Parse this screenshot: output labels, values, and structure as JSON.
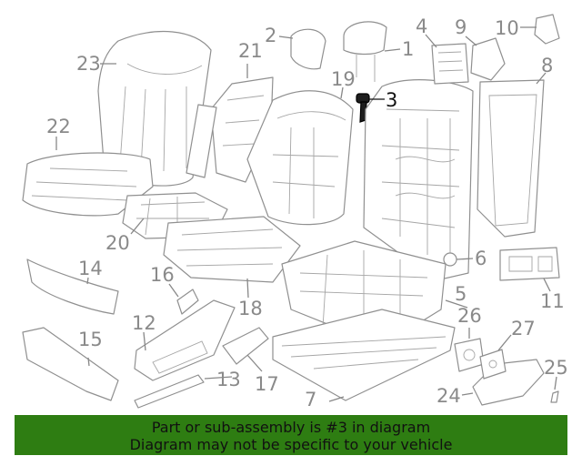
{
  "callouts": {
    "c1": "1",
    "c2": "2",
    "c3": "3",
    "c4": "4",
    "c5": "5",
    "c6": "6",
    "c7": "7",
    "c8": "8",
    "c9": "9",
    "c10": "10",
    "c11": "11",
    "c12": "12",
    "c13": "13",
    "c14": "14",
    "c15": "15",
    "c16": "16",
    "c17": "17",
    "c18": "18",
    "c19": "19",
    "c20": "20",
    "c21": "21",
    "c22": "22",
    "c23": "23",
    "c24": "24",
    "c25": "25",
    "c26": "26",
    "c27": "27"
  },
  "highlighted_part": "3",
  "banner": {
    "line1": "Part or sub-assembly is #3 in diagram",
    "line2": "Diagram may not be specific to your vehicle",
    "background": "#2e7d12"
  }
}
